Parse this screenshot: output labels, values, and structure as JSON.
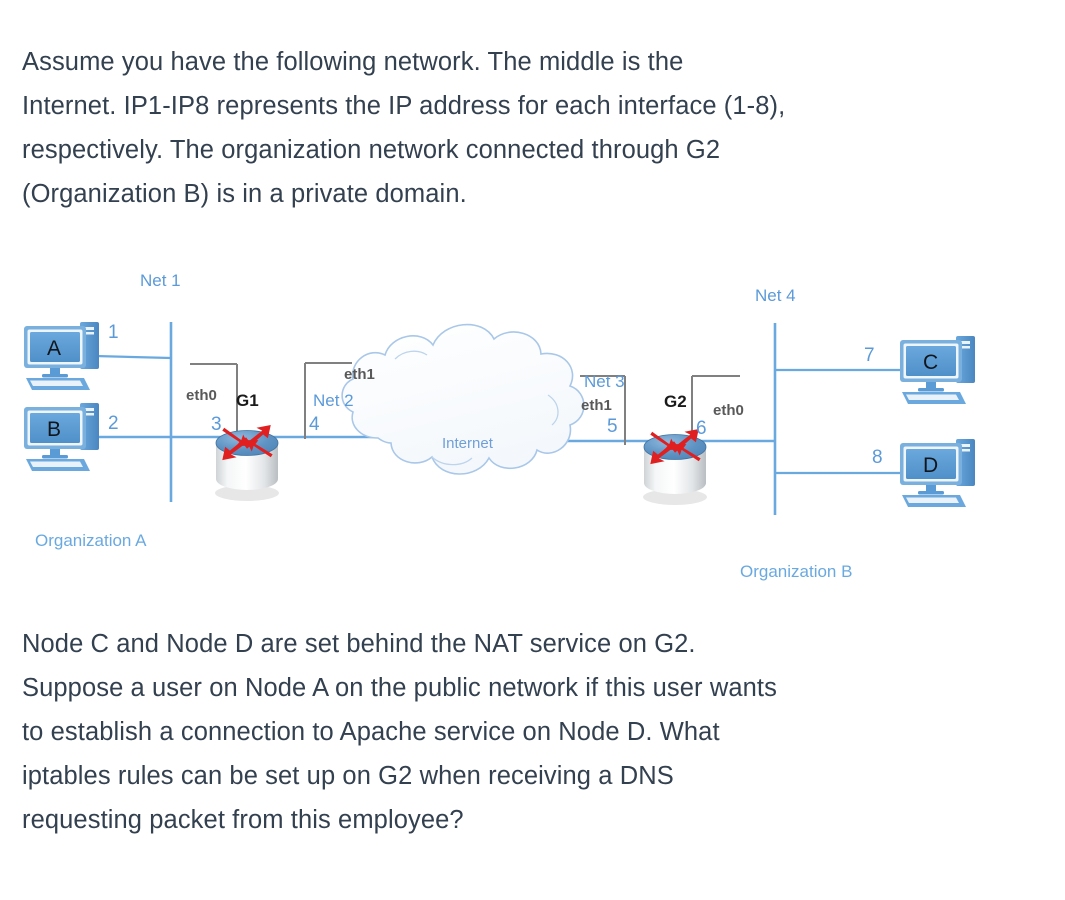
{
  "intro": {
    "text": "Assume you have the following network. The middle is the\nInternet. IP1-IP8 represents the IP address for each interface (1-8),\nrespectively. The organization network connected through G2\n(Organization B) is in a private domain."
  },
  "question": {
    "text": "Node C and Node D are set behind the NAT service on G2.\nSuppose a user on Node A on the public network if this user wants\nto establish a connection to Apache service on Node D. What\niptables rules can be set up on G2 when receiving a DNS\nrequesting packet from this employee?"
  },
  "diagram": {
    "networks": {
      "net1": "Net 1",
      "net2": "Net 2",
      "net3": "Net 3",
      "net4": "Net 4"
    },
    "organizations": {
      "a": "Organization A",
      "b": "Organization B"
    },
    "cloud": {
      "label": "Internet"
    },
    "routers": [
      {
        "id": "g1",
        "label": "G1",
        "left_iface": "eth0",
        "right_iface": "eth1",
        "left_num": "3",
        "right_num": "4"
      },
      {
        "id": "g2",
        "label": "G2",
        "left_iface": "eth1",
        "right_iface": "eth0",
        "left_num": "5",
        "right_num": "6"
      }
    ],
    "hosts": [
      {
        "id": "a",
        "letter": "A",
        "iface_num": "1"
      },
      {
        "id": "b",
        "letter": "B",
        "iface_num": "2"
      },
      {
        "id": "c",
        "letter": "C",
        "iface_num": "7"
      },
      {
        "id": "d",
        "letter": "D",
        "iface_num": "8"
      }
    ],
    "colors": {
      "link": "#6aa9e0",
      "net_text": "#5b9ad9",
      "bracket": "#808080",
      "pc_body": "#5b9bd5",
      "router_red": "#e02020",
      "cloud_stroke": "#a9c7e8"
    }
  }
}
